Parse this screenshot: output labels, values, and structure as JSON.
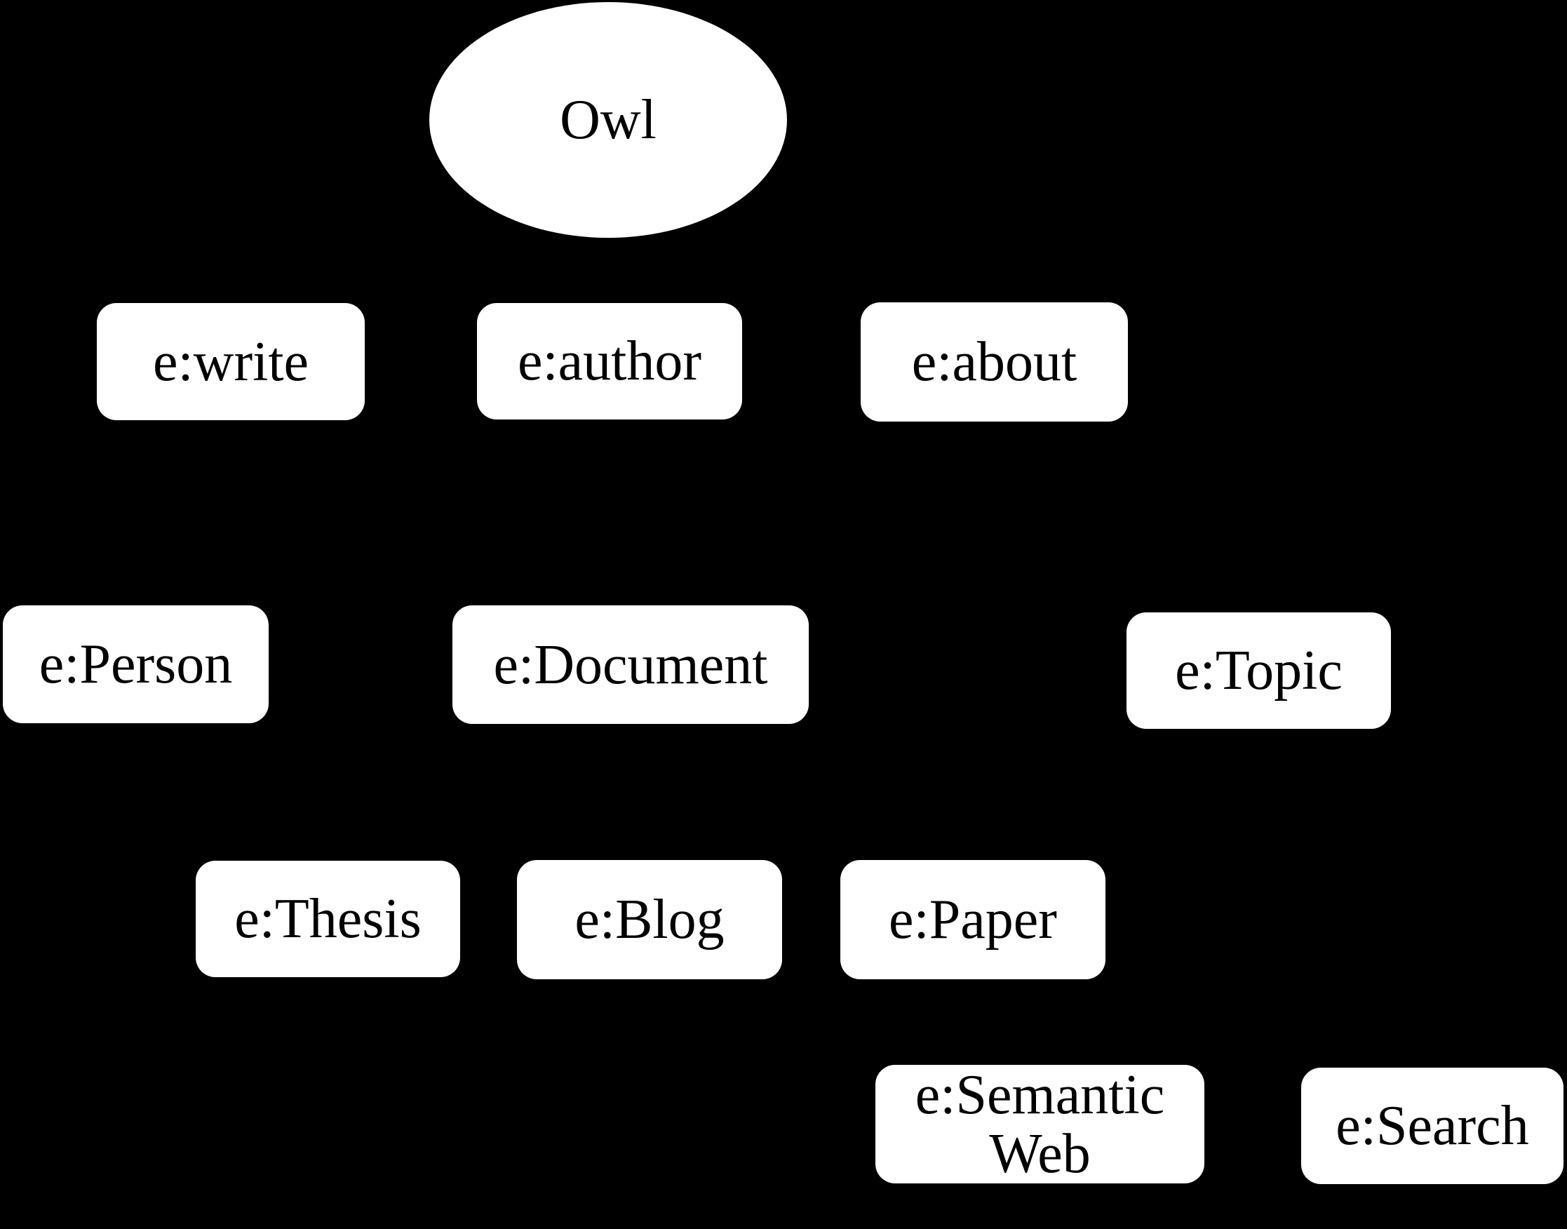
{
  "diagram": {
    "type": "ontology-graph",
    "background_color": "#000000",
    "node_fill_color": "#ffffff",
    "node_text_color": "#000000",
    "nodes": {
      "owl": {
        "label": "Owl",
        "shape": "ellipse"
      },
      "write": {
        "label": "e:write",
        "shape": "rounded-rect"
      },
      "author": {
        "label": "e:author",
        "shape": "rounded-rect"
      },
      "about": {
        "label": "e:about",
        "shape": "rounded-rect"
      },
      "person": {
        "label": "e:Person",
        "shape": "rounded-rect"
      },
      "document": {
        "label": "e:Document",
        "shape": "rounded-rect"
      },
      "topic": {
        "label": "e:Topic",
        "shape": "rounded-rect"
      },
      "thesis": {
        "label": "e:Thesis",
        "shape": "rounded-rect"
      },
      "blog": {
        "label": "e:Blog",
        "shape": "rounded-rect"
      },
      "paper": {
        "label": "e:Paper",
        "shape": "rounded-rect"
      },
      "semantic_web": {
        "label": "e:Semantic Web",
        "shape": "rounded-rect"
      },
      "search": {
        "label": "e:Search",
        "shape": "rounded-rect"
      }
    }
  }
}
